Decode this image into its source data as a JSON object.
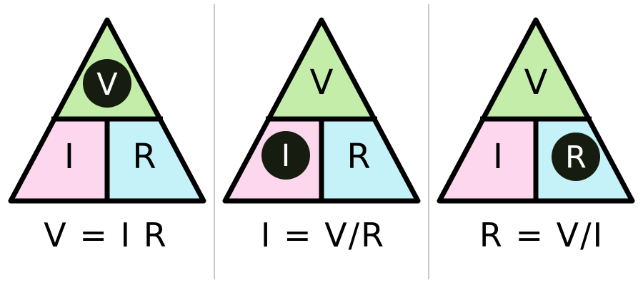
{
  "colors": {
    "background": "#ffffff",
    "region_v_green": "#c3eda8",
    "region_i_pink": "#fcd7ee",
    "region_r_blue": "#c4f2f8",
    "outline": "#000000",
    "letter": "#000000",
    "highlight_circle": "#161c10",
    "highlight_letter": "#ffffff",
    "panel_divider": "#c8c8c8"
  },
  "panels": [
    {
      "id": "voltage",
      "top_label": "V",
      "left_label": "I",
      "right_label": "R",
      "highlighted": "V",
      "formula": "V = I R"
    },
    {
      "id": "current",
      "top_label": "V",
      "left_label": "I",
      "right_label": "R",
      "highlighted": "I",
      "formula": "I = V/R"
    },
    {
      "id": "resistance",
      "top_label": "V",
      "left_label": "I",
      "right_label": "R",
      "highlighted": "R",
      "formula": "R = V/I"
    }
  ]
}
